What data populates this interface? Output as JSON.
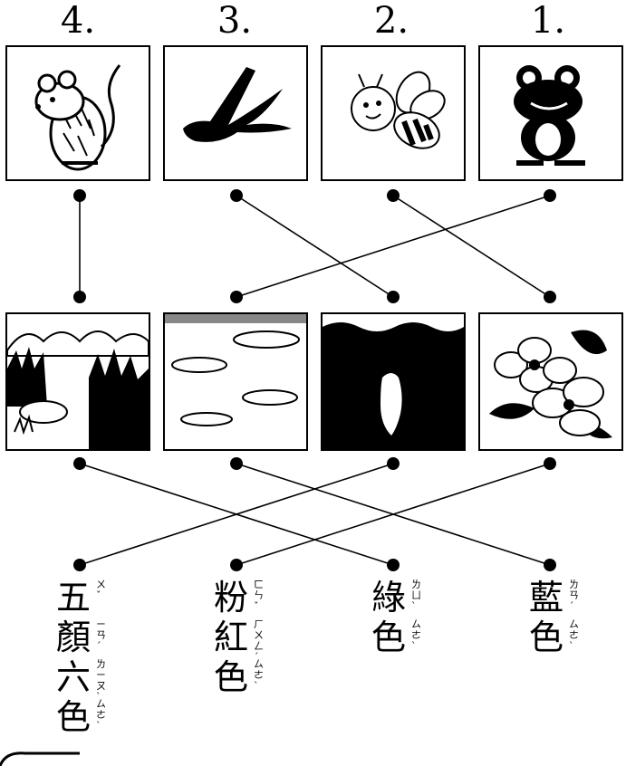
{
  "numbers": [
    "4.",
    "3.",
    "2.",
    "1."
  ],
  "animals": [
    {
      "icon": "mouse-icon"
    },
    {
      "icon": "swallow-icon"
    },
    {
      "icon": "bee-icon"
    },
    {
      "icon": "frog-icon"
    }
  ],
  "habitats": [
    {
      "icon": "grassland-scene-icon"
    },
    {
      "icon": "sky-clouds-scene-icon"
    },
    {
      "icon": "dark-cave-scene-icon"
    },
    {
      "icon": "flower-scene-icon"
    }
  ],
  "colors": [
    {
      "chars": [
        {
          "han": "五",
          "zy": "ㄨˇ"
        },
        {
          "han": "顏",
          "zy": "ㄧㄢˊ"
        },
        {
          "han": "六",
          "zy": "ㄌㄧㄡˋ"
        },
        {
          "han": "色",
          "zy": "ㄙㄜˋ"
        }
      ]
    },
    {
      "chars": [
        {
          "han": "粉",
          "zy": "ㄈㄣˇ"
        },
        {
          "han": "紅",
          "zy": "ㄏㄨㄥˊ"
        },
        {
          "han": "色",
          "zy": "ㄙㄜˋ"
        }
      ]
    },
    {
      "chars": [
        {
          "han": "綠",
          "zy": "ㄌㄩˋ"
        },
        {
          "han": "色",
          "zy": "ㄙㄜˋ"
        }
      ]
    },
    {
      "chars": [
        {
          "han": "藍",
          "zy": "ㄌㄢˊ"
        },
        {
          "han": "色",
          "zy": "ㄙㄜˋ"
        }
      ]
    }
  ],
  "connections": {
    "animal_to_habitat": [
      [
        0,
        0
      ],
      [
        1,
        2
      ],
      [
        2,
        3
      ],
      [
        3,
        1
      ]
    ],
    "habitat_to_color": [
      [
        0,
        2
      ],
      [
        1,
        3
      ],
      [
        2,
        0
      ],
      [
        3,
        1
      ]
    ]
  }
}
